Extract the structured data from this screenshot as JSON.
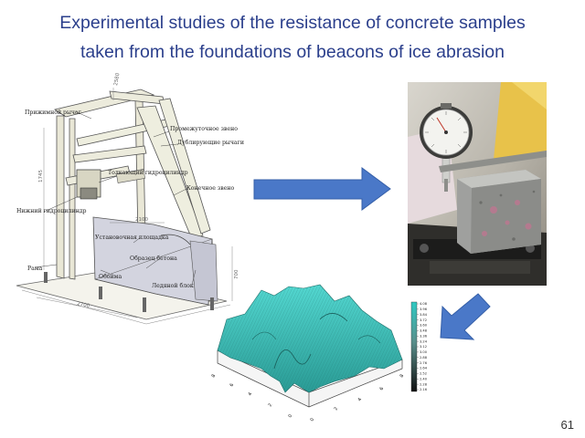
{
  "slide": {
    "title_line1": "Experimental studies of the resistance of concrete samples",
    "title_line2": "taken from the foundations of beacons of ice abrasion",
    "page_number": "61",
    "accent_color": "#2b3f8c",
    "arrow_color": "#4472c4"
  },
  "diagram": {
    "labels": {
      "pressing_lever": "Прижимной рычаг",
      "intermediate_link": "Промежуточное звено",
      "double_lever": "Дублирующие рычаги",
      "push_cylinder": "Толкающий гидроцилиндр",
      "end_link": "Конечное звено",
      "lower_cylinder": "Нижний гидроцилиндр",
      "mount_area": "Установочная площадка",
      "concrete_sample": "Образец бетона",
      "frame": "Рама",
      "holder": "Обойма",
      "ice_block": "Ледяной блок"
    },
    "dimensions": [
      "2580",
      "1745",
      "2100",
      "700",
      "2700"
    ]
  },
  "plot": {
    "x_ticks": [
      "0",
      "2",
      "4",
      "6",
      "8"
    ],
    "y_ticks": [
      "0",
      "2",
      "4",
      "6",
      "8"
    ],
    "colorbar_ticks": [
      "4.08",
      "3.96",
      "3.84",
      "3.72",
      "3.60",
      "3.48",
      "3.36",
      "3.24",
      "3.12",
      "3.00",
      "2.88",
      "2.76",
      "2.64",
      "2.52",
      "2.40",
      "2.28",
      "2.16"
    ]
  }
}
